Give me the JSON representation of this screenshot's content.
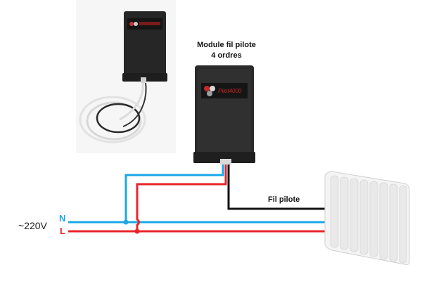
{
  "module": {
    "title_line1": "Module fil pilote",
    "title_line2": "4 ordres",
    "brand": "Pilot4000"
  },
  "wires": {
    "pilot_wire_label": "Fil pilote",
    "neutral_label": "N",
    "live_label": "L",
    "voltage_label": "~220V"
  },
  "colors": {
    "neutral": "#19a7e6",
    "live": "#e8252a",
    "pilot": "#111111",
    "module_body": "#2a2a2a",
    "radiator": "#f3f3f3"
  }
}
